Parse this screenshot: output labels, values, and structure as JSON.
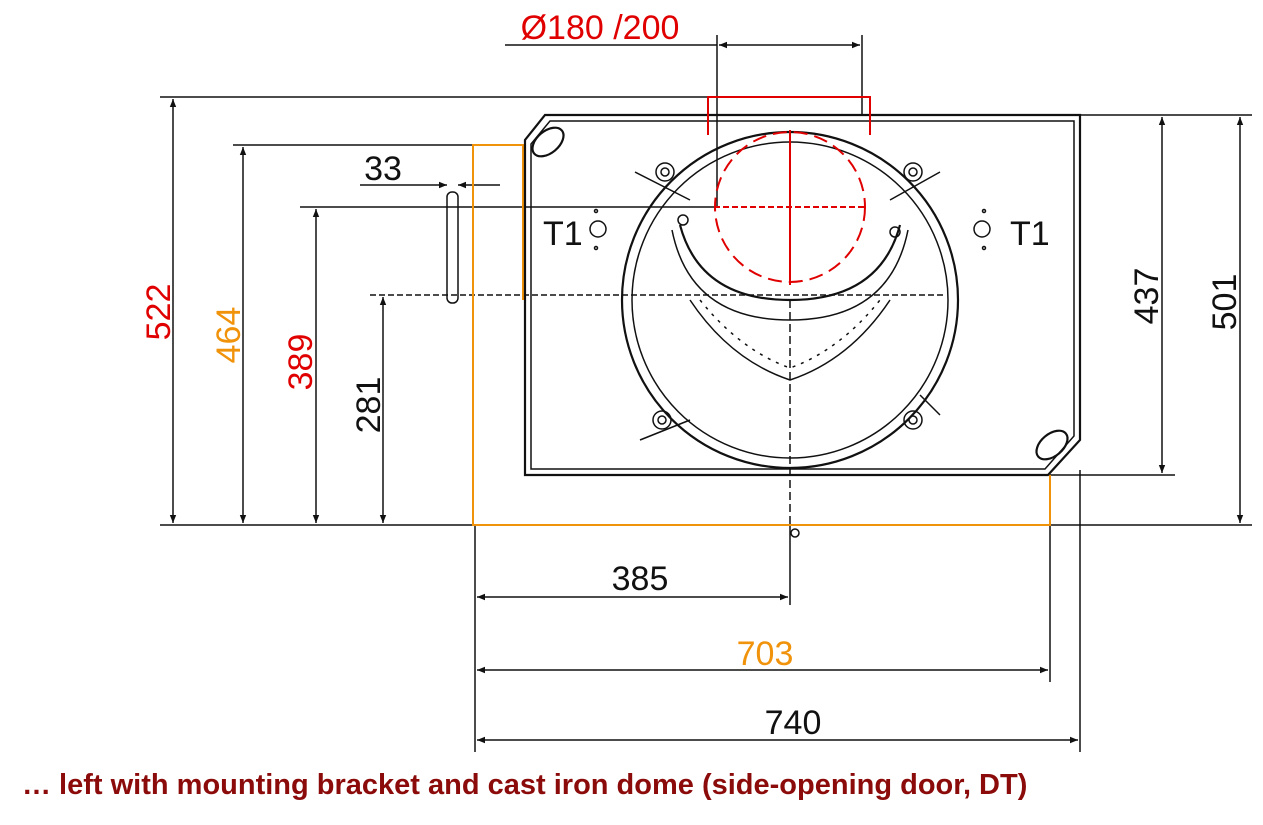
{
  "colors": {
    "red": "#e00000",
    "orange": "#f0920a",
    "black": "#111111",
    "caption": "#8b0a0a"
  },
  "flue": {
    "label": "Ø180 /200"
  },
  "dimensions_left": {
    "d522": "522",
    "d464": "464",
    "d389": "389",
    "d281": "281",
    "d33": "33"
  },
  "dimensions_right": {
    "d437": "437",
    "d501": "501"
  },
  "dimensions_bottom": {
    "d385": "385",
    "d703": "703",
    "d740": "740"
  },
  "markers": {
    "t1_left": "T1",
    "t1_right": "T1"
  },
  "caption": "… left with mounting bracket and cast iron dome (side-opening door, DT)"
}
